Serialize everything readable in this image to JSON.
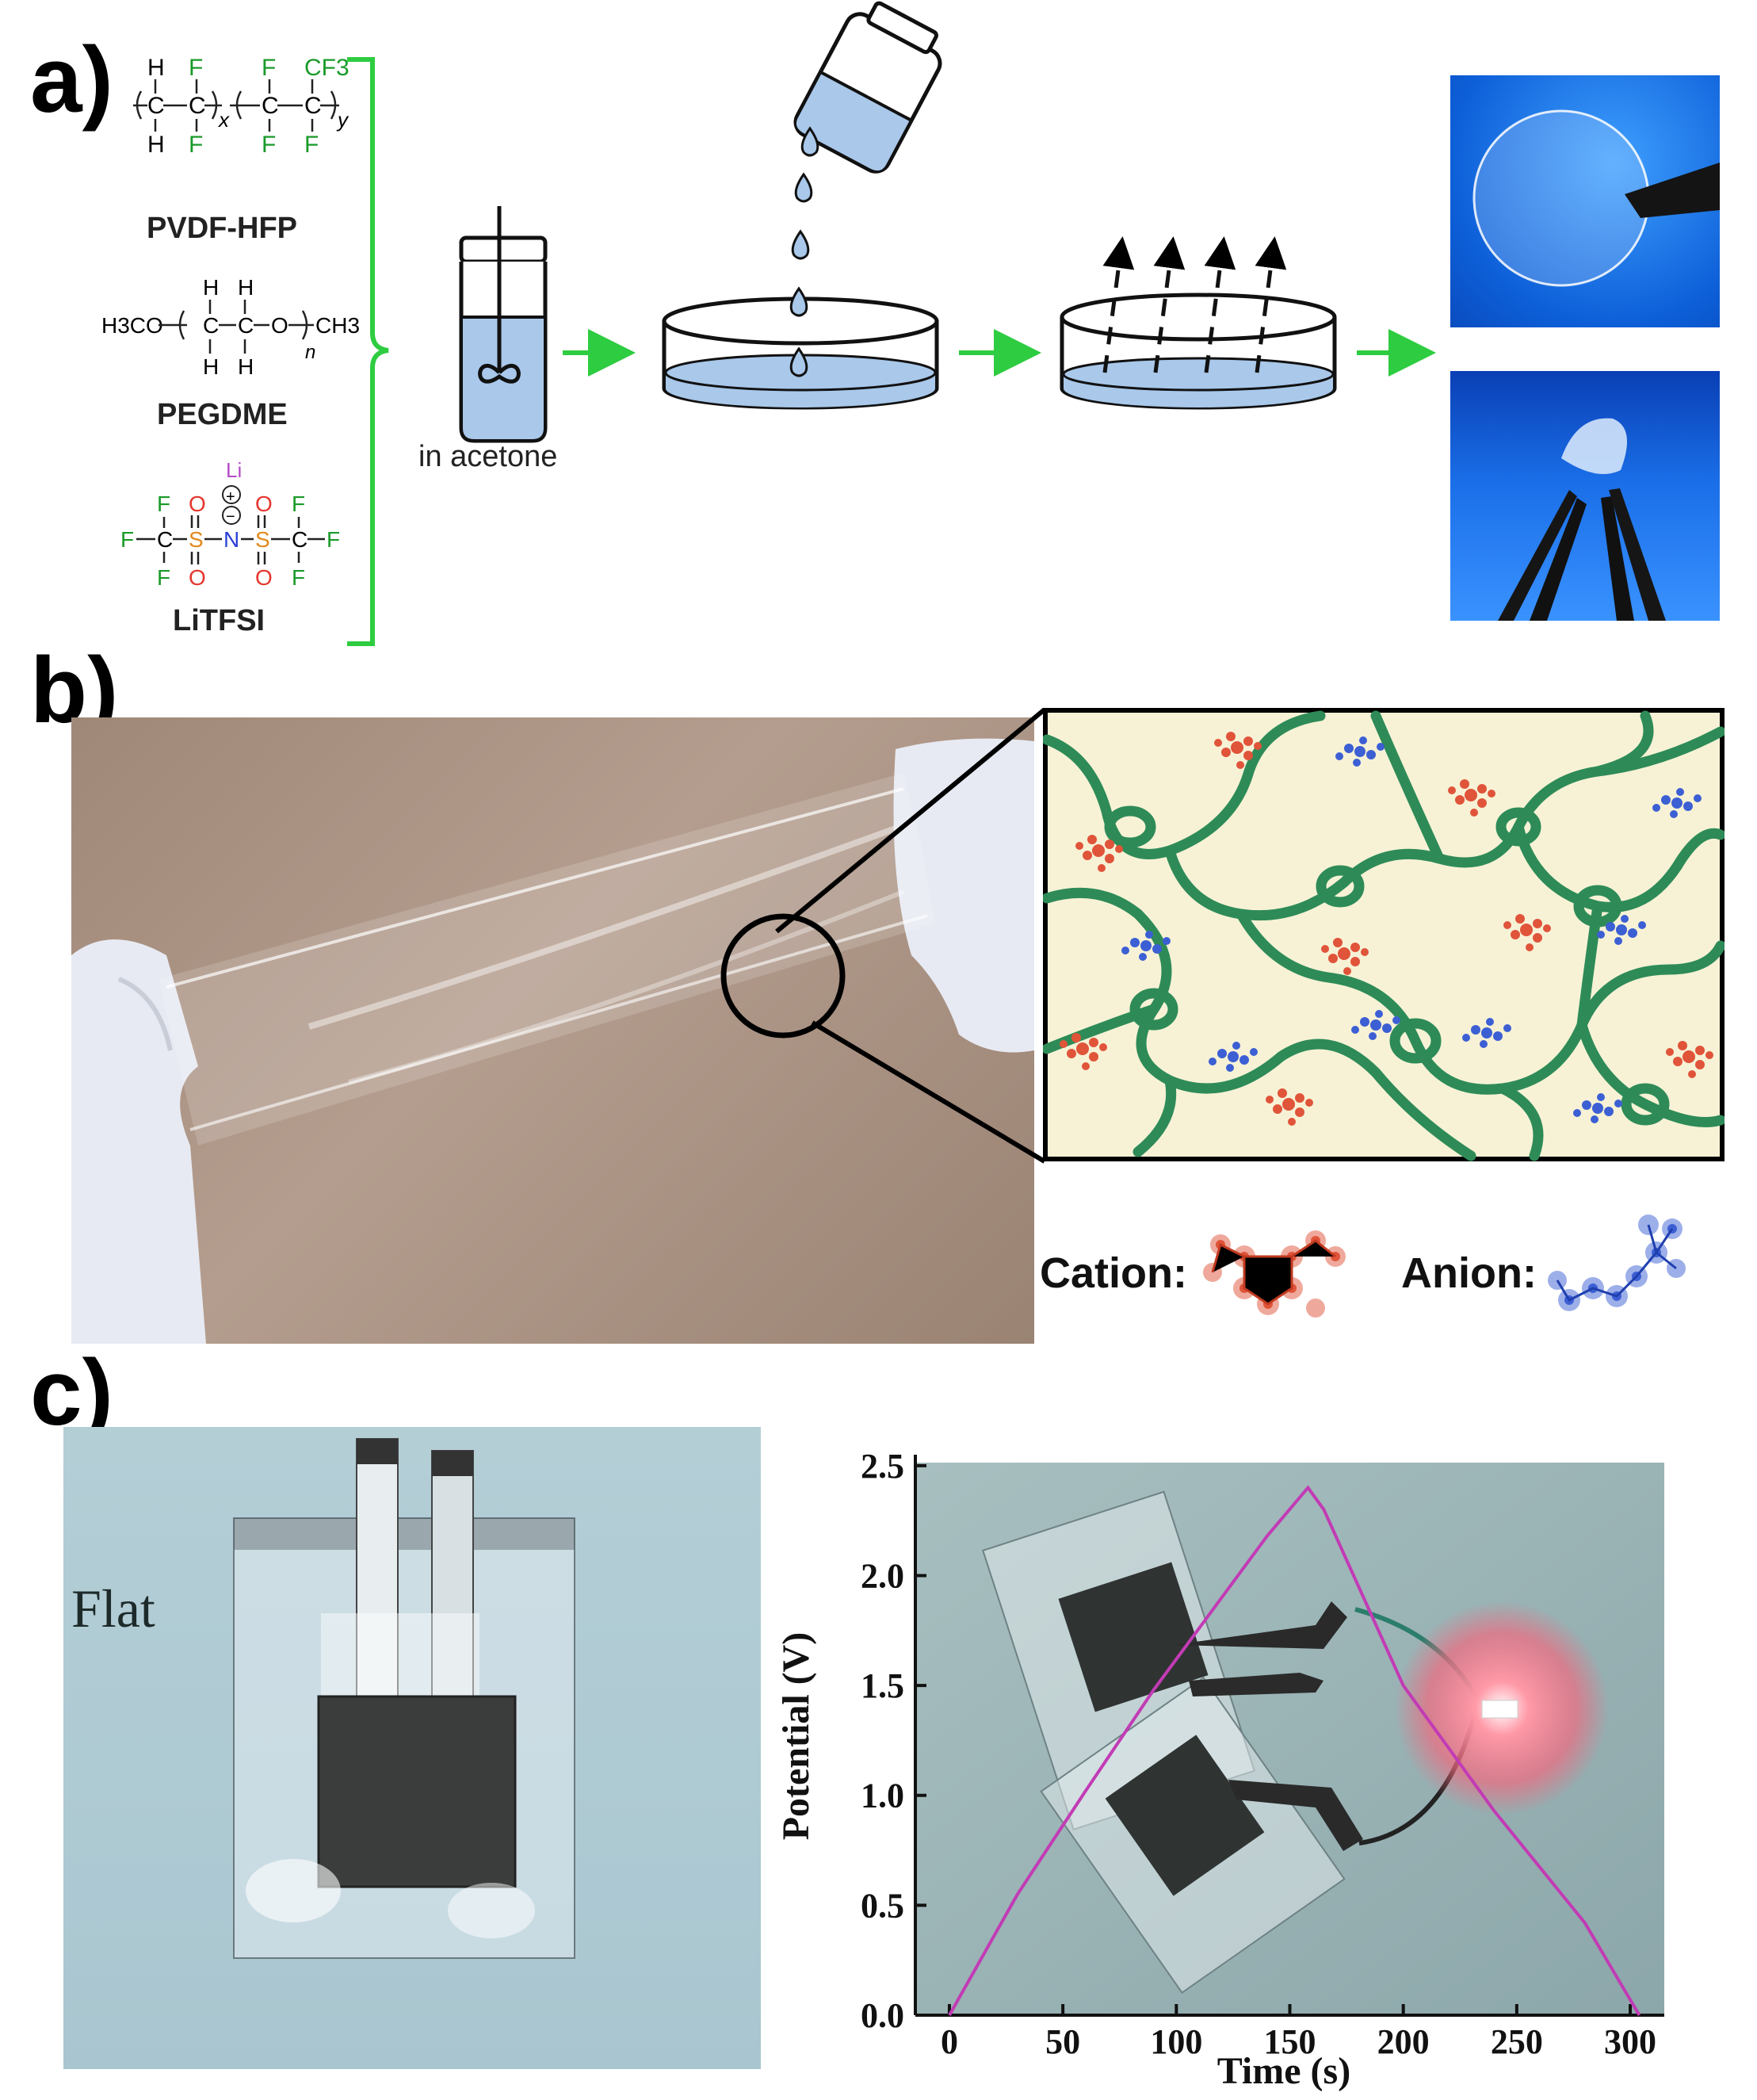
{
  "panels": {
    "a": "a)",
    "b": "b)",
    "c": "c)"
  },
  "panel_a": {
    "pvdf_label": "PVDF-HFP",
    "pegdme_label": "PEGDME",
    "litfsi_label": "LiTFSI",
    "solvent_label": "in acetone",
    "atoms": {
      "H": "H",
      "F": "F",
      "C": "C",
      "CF3": "CF3",
      "x": "x",
      "y": "y",
      "n": "n",
      "H3CO": "H3CO",
      "O": "O",
      "CH3": "CH3",
      "Li": "Li",
      "N": "N",
      "S": "S",
      "plus": "+",
      "minus": "−"
    },
    "colors": {
      "green_arrow": "#2ecc40",
      "fluorine": "#1a9a2a",
      "oxygen": "#e5362e",
      "sulfur": "#e08a1e",
      "nitrogen": "#2b3fd6",
      "lithium": "#b44ac8",
      "liquid": "#a9c8ea"
    }
  },
  "panel_b": {
    "cation_label": "Cation:",
    "anion_label": "Anion:",
    "colors": {
      "polymer": "#2e8b57",
      "cation": "#e0543a",
      "anion": "#3c5fd4",
      "background": "#f7f2d6"
    }
  },
  "panel_c": {
    "flat_label": "Flat",
    "chart_data": {
      "type": "line",
      "xlabel": "Time (s)",
      "ylabel": "Potential (V)",
      "xlim": [
        -15,
        315
      ],
      "ylim": [
        0,
        2.55
      ],
      "xticks": [
        0,
        50,
        100,
        150,
        200,
        250,
        300
      ],
      "yticks": [
        0.0,
        0.5,
        1.0,
        1.5,
        2.0,
        2.5
      ],
      "yticklabels": [
        "0.0",
        "0.5",
        "1.0",
        "1.5",
        "2.0",
        "2.5"
      ],
      "series": [
        {
          "color": "#c23bb5",
          "x": [
            0,
            30,
            60,
            90,
            120,
            140,
            158,
            165,
            200,
            240,
            280,
            304
          ],
          "y": [
            0.0,
            0.55,
            1.02,
            1.48,
            1.9,
            2.18,
            2.4,
            2.3,
            1.5,
            0.93,
            0.42,
            0.0
          ]
        }
      ]
    }
  }
}
